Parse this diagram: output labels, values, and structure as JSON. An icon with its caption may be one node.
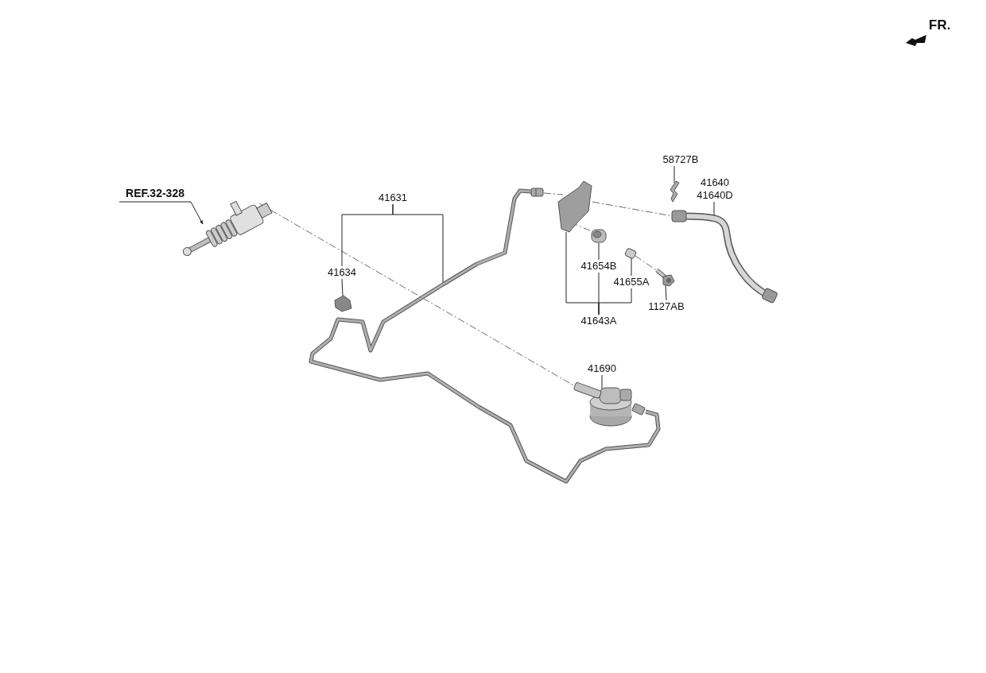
{
  "diagram": {
    "nodes": [
      {
        "text": [
          "REF.32-328"
        ]
      },
      {
        "text": [],
        "shape": "picture"
      },
      {
        "text": [
          "41631"
        ]
      },
      {
        "text": [],
        "shape": "picture"
      },
      {
        "text": [
          "41634"
        ]
      },
      {
        "text": [],
        "shape": "picture"
      },
      {
        "text": [
          "58727B"
        ]
      },
      {
        "text": [],
        "shape": "picture"
      },
      {
        "text": [
          "41640",
          "41640D"
        ]
      },
      {
        "text": [],
        "shape": "picture"
      },
      {
        "text": [
          "41654B"
        ]
      },
      {
        "text": [],
        "shape": "picture"
      },
      {
        "text": [
          "41655A"
        ]
      },
      {
        "text": [],
        "shape": "picture"
      },
      {
        "text": [
          "1127AB"
        ]
      },
      {
        "text": [],
        "shape": "picture"
      },
      {
        "text": [
          "41643A"
        ]
      },
      {
        "text": [],
        "shape": "picture"
      },
      {
        "text": [
          "41690"
        ]
      },
      {
        "text": [],
        "shape": "picture"
      }
    ],
    "edges": [
      {
        "from": 0,
        "to": 1,
        "arrow": "to"
      },
      {
        "from": 2,
        "to": 3,
        "arrow": "none"
      },
      {
        "from": 2,
        "to": 4,
        "arrow": "none"
      },
      {
        "from": 4,
        "to": 5,
        "arrow": "none"
      },
      {
        "from": 6,
        "to": 7,
        "arrow": "none"
      },
      {
        "from": 8,
        "to": 9,
        "arrow": "none"
      },
      {
        "from": 10,
        "to": 11,
        "arrow": "none"
      },
      {
        "from": 12,
        "to": 13,
        "arrow": "none"
      },
      {
        "from": 14,
        "to": 15,
        "arrow": "none"
      },
      {
        "from": 16,
        "to": 17,
        "arrow": "none"
      },
      {
        "from": 16,
        "to": 10,
        "arrow": "none"
      },
      {
        "from": 16,
        "to": 12,
        "arrow": "none"
      },
      {
        "from": 18,
        "to": 19,
        "arrow": "none"
      },
      {
        "from": 1,
        "to": 19,
        "arrow": "none",
        "style": "dashed"
      },
      {
        "from": 3,
        "to": 17,
        "arrow": "none",
        "style": "dashed"
      },
      {
        "from": 17,
        "to": 9,
        "arrow": "none",
        "style": "dashed"
      },
      {
        "from": 17,
        "to": 11,
        "arrow": "none",
        "style": "dashed"
      },
      {
        "from": 13,
        "to": 15,
        "arrow": "none",
        "style": "dashed"
      }
    ],
    "labels": [
      "FR."
    ]
  }
}
